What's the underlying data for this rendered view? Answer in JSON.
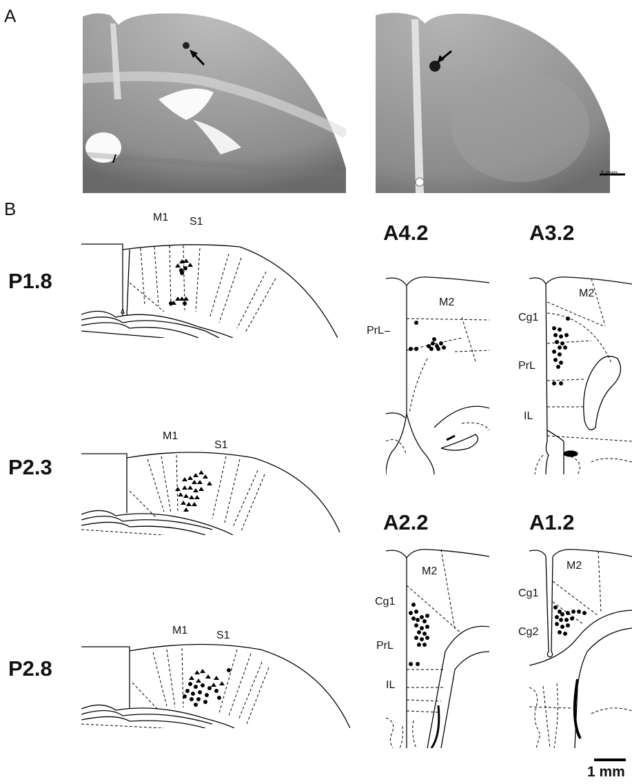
{
  "panels": {
    "a": "A",
    "b": "B"
  },
  "photo_scale": "1 mm",
  "posterior": {
    "p18": {
      "title": "P1.8",
      "m1": "M1",
      "s1": "S1"
    },
    "p23": {
      "title": "P2.3",
      "m1": "M1",
      "s1": "S1"
    },
    "p28": {
      "title": "P2.8",
      "m1": "M1",
      "s1": "S1"
    }
  },
  "anterior": {
    "a42": {
      "title": "A4.2",
      "m2": "M2",
      "prl": "PrL"
    },
    "a32": {
      "title": "A3.2",
      "m2": "M2",
      "cg1": "Cg1",
      "prl": "PrL",
      "il": "IL"
    },
    "a22": {
      "title": "A2.2",
      "m2": "M2",
      "cg1": "Cg1",
      "prl": "PrL",
      "il": "IL"
    },
    "a12": {
      "title": "A1.2",
      "m2": "M2",
      "cg1": "Cg1",
      "cg2": "Cg2"
    }
  },
  "bottom_scale": "1 mm"
}
